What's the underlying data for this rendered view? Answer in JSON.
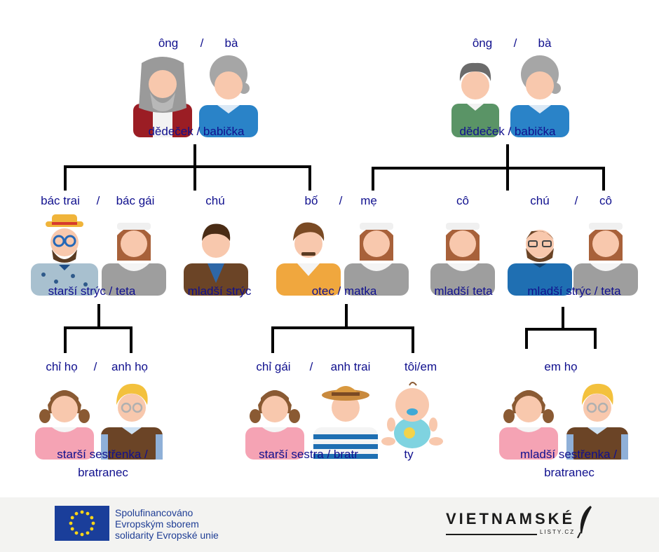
{
  "labels": {
    "g1_title": [
      "ông",
      "/",
      "bà"
    ],
    "g1_sub": "dědeček / babička",
    "g2_title": [
      "ông",
      "/",
      "bà"
    ],
    "g2_sub": "dědeček / babička",
    "row2_titles": [
      "bác trai",
      "/",
      "bác gái",
      "chú",
      "bố",
      "/",
      "mẹ",
      "cô",
      "chú",
      "/",
      "cô"
    ],
    "row2_subs": [
      "starší strýc / teta",
      "mladší strýc",
      "otec / matka",
      "mladší teta",
      "mladší strýc / teta"
    ],
    "row3_titles": [
      "chỉ họ",
      "/",
      "anh họ",
      "chỉ gái",
      "/",
      "anh trai",
      "tôi/em",
      "em họ"
    ],
    "row3_subs": [
      "starší sestřenka /",
      "bratranec",
      "starší sestra / bratr",
      "ty",
      "mladší sestřenka /",
      "bratranec"
    ]
  },
  "footer": {
    "eu_line1": "Spolufinancováno",
    "eu_line2": "Evropským sborem",
    "eu_line3": "solidarity Evropské unie",
    "brand": "VIETNAMSKÉ",
    "brand_sub": "LISTY.CZ"
  },
  "colors": {
    "text": "#10108e",
    "connector": "#000000",
    "eu_blue": "#1a3e9a",
    "eu_star": "#ffd617"
  }
}
